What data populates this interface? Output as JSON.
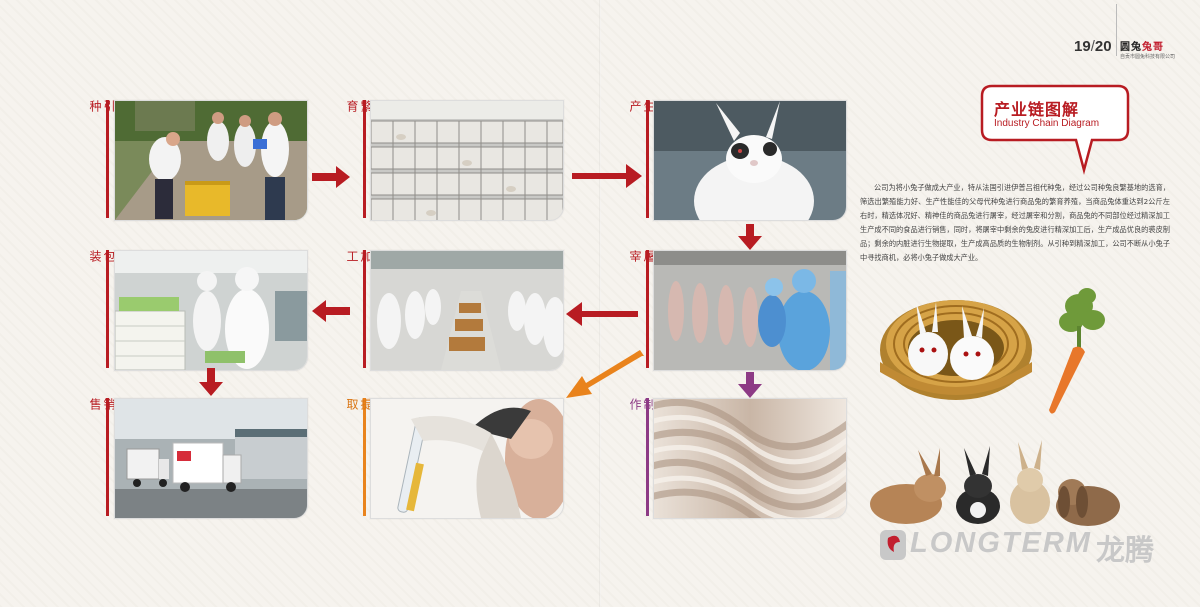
{
  "header": {
    "page_current": "19",
    "page_separator": "/",
    "page_total": "20",
    "logo_text_a": "圆兔",
    "logo_text_b": "兔哥",
    "company_name": "自贡市圆兔科技有限公司"
  },
  "steps": [
    {
      "label": "引种",
      "color": "red",
      "photo": "people-inspecting-rabbit-crates"
    },
    {
      "label": "种兔繁育",
      "color": "red",
      "photo": "rabbit-hutch-shelves"
    },
    {
      "label": "商品兔生产",
      "color": "red",
      "photo": "white-rabbit-closeup"
    },
    {
      "label": "屠宰",
      "color": "red",
      "photo": "slaughter-line-workers"
    },
    {
      "label": "精深加工",
      "color": "red",
      "photo": "processing-workshop-table"
    },
    {
      "label": "产品包装",
      "color": "red",
      "photo": "workers-packing-crates"
    },
    {
      "label": "成品销售",
      "color": "red",
      "photo": "delivery-trucks"
    },
    {
      "label": "生物提取",
      "color": "orange",
      "photo": "test-tube-lab"
    },
    {
      "label": "裘皮制作",
      "color": "purple",
      "photo": "rabbit-fur-texture"
    }
  ],
  "diagram": {
    "title": "产业链图解",
    "subtitle": "Industry Chain Diagram",
    "description": "公司为将小兔子做成大产业，特从法国引进伊普吕祖代种兔，经过公司种兔良繁基地的选育，筛选出繁殖能力好、生产性能佳的父母代种兔进行商品兔的繁育养殖，当商品兔体重达到2公斤左右时，精选体况好、精神佳的商品兔进行屠宰，经过屠宰和分割，商品兔的不同部位经过精深加工生产成不同的食品进行销售，同时，将屠宰中剩余的兔皮进行精深加工后，生产成品优良的裘皮制品；剩余的内脏进行生物提取，生产成高品质的生物制剂。从引种到精深加工，公司不断从小兔子中寻找商机，必将小兔子做成大产业。"
  },
  "brand": {
    "word": "LONGTERM",
    "word_cn": "龙腾"
  },
  "colors": {
    "main_red": "#b81c22",
    "orange": "#e9831c",
    "purple": "#8d3a85"
  }
}
